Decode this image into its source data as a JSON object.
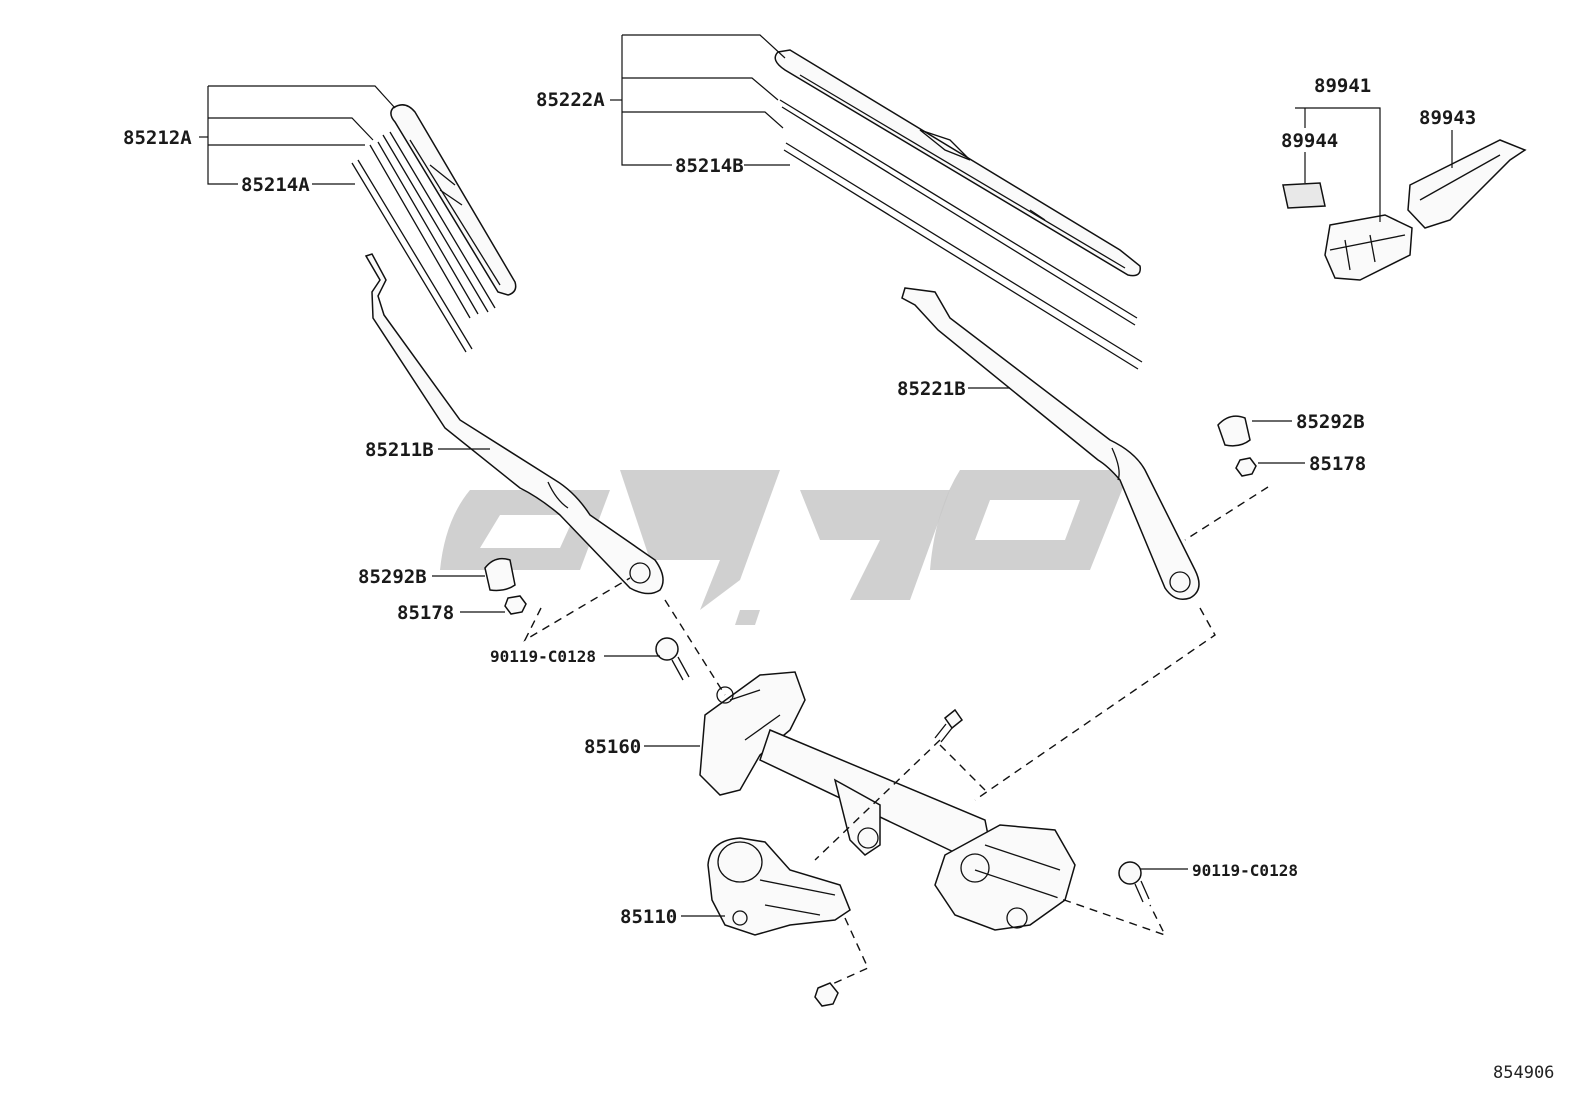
{
  "diagram": {
    "catalog_number": "854906",
    "callouts": {
      "c85212A": "85212A",
      "c85214A": "85214A",
      "c85222A": "85222A",
      "c85214B": "85214B",
      "c89941": "89941",
      "c89944": "89944",
      "c89943": "89943",
      "c85221B": "85221B",
      "c85211B": "85211B",
      "c85292B_right": "85292B",
      "c85178_right": "85178",
      "c85292B_left": "85292B",
      "c85178_left": "85178",
      "c90119_left": "90119-C0128",
      "c85160": "85160",
      "c85110": "85110",
      "c90119_right": "90119-C0128"
    }
  }
}
